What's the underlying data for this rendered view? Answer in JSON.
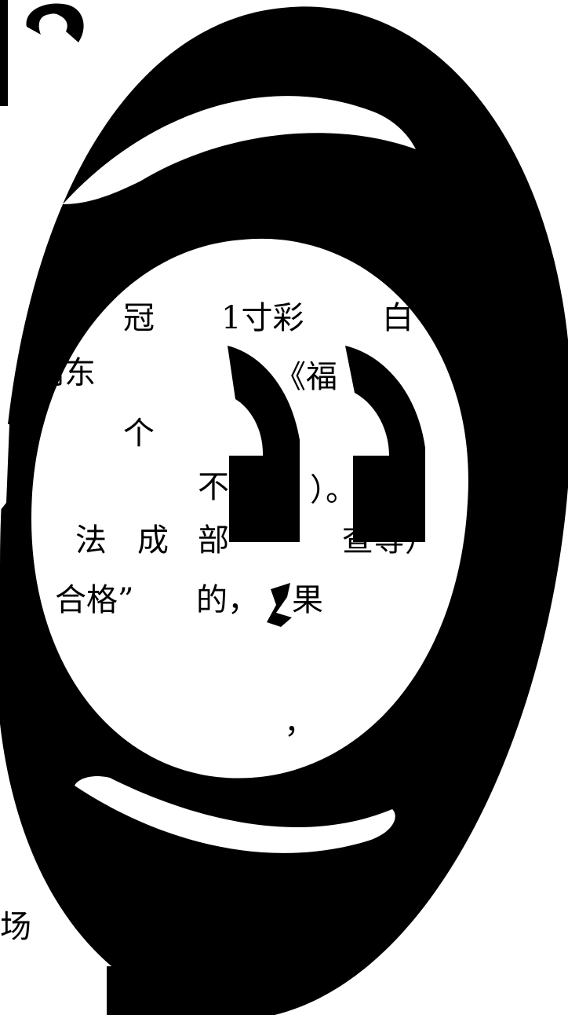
{
  "colors": {
    "ink": "#000000",
    "paper": "#ffffff"
  },
  "fragments": {
    "f_guan": "冠",
    "f_1cun": "1寸彩",
    "f_bai": "白",
    "f_daodong": "到东",
    "f_fu": "《福",
    "f_ge": "个",
    "f_bu": "不",
    "f_paren_period": "）。",
    "f_fa": "法",
    "f_cheng": "成",
    "f_bu2": "部",
    "f_chadeng": "查等）",
    "f_hege": "合格”",
    "f_de": "的，",
    "f_guo": "果",
    "f_comma": "，",
    "f_yang": "场"
  }
}
